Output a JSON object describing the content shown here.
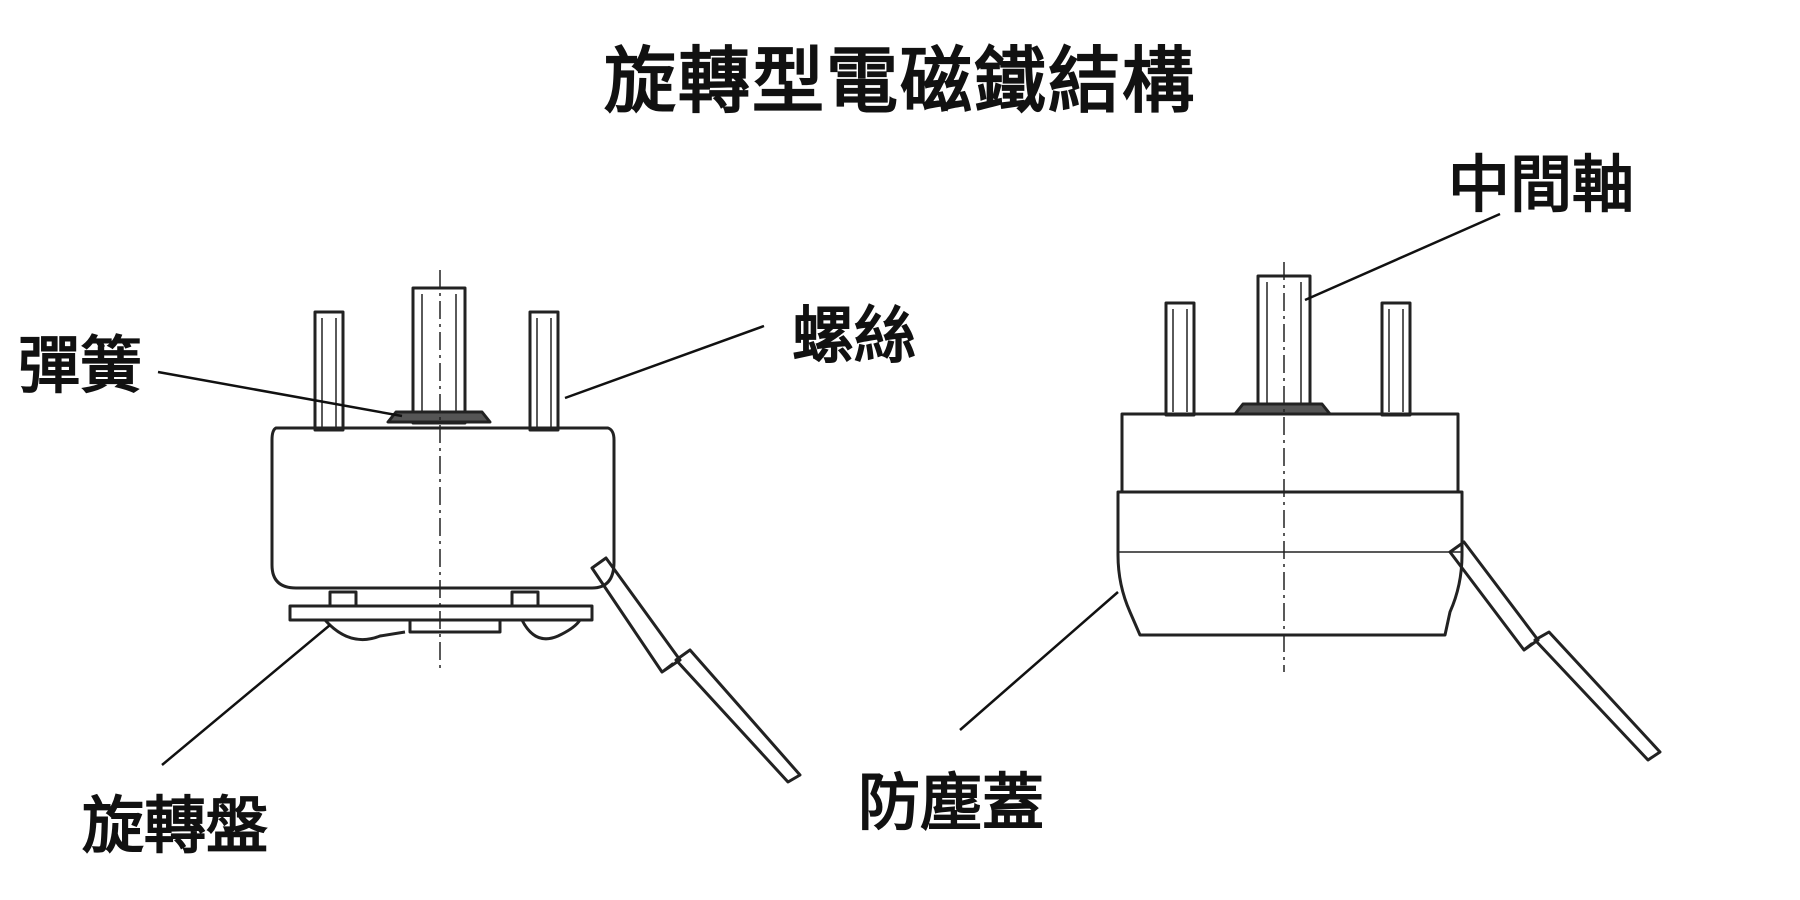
{
  "title": "旋轉型電磁鐵結構",
  "labels": {
    "spring": "彈簧",
    "screw": "螺絲",
    "rotating_disc": "旋轉盤",
    "middle_shaft": "中間軸",
    "dust_cover": "防塵蓋"
  },
  "colors": {
    "ink": "#111111",
    "background": "#ffffff"
  }
}
